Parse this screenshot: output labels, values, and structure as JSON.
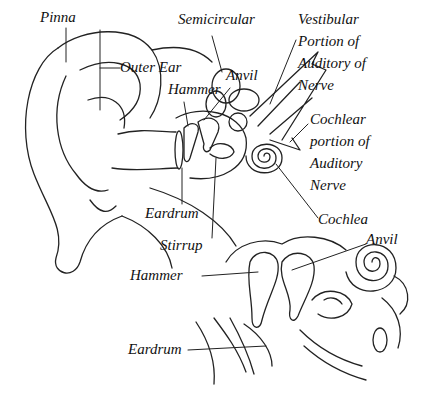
{
  "diagram": {
    "labels": [
      "Pinna",
      "Semicircular",
      "Vestibular Portion of Auditory of Nerve",
      "Outer Ear",
      "Anvil",
      "Hammer",
      "Cochlear portion of Auditory Nerve",
      "Eardrum",
      "Cochlea",
      "Stirrup",
      "Anvil",
      "Hammer",
      "Eardrum"
    ]
  }
}
